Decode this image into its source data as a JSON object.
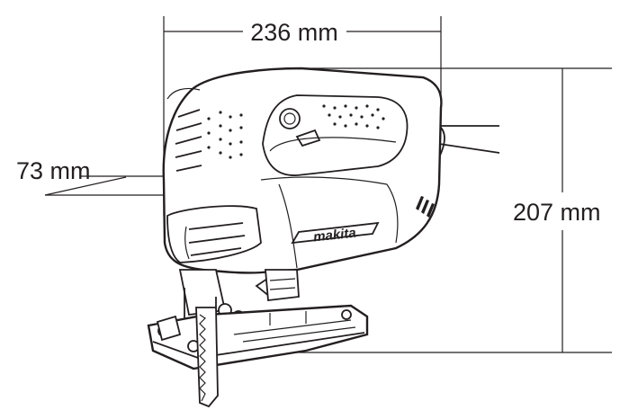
{
  "dimensions": {
    "length": "236 mm",
    "width": "73 mm",
    "height": "207 mm"
  },
  "brand_logo": "makita",
  "colors": {
    "ink": "#231f20",
    "background": "#ffffff"
  }
}
